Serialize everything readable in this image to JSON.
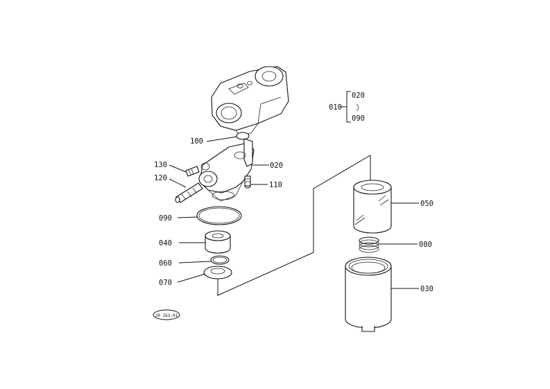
{
  "callouts": {
    "c100": "100",
    "c020": "020",
    "c130": "130",
    "c120": "120",
    "c110": "110",
    "c090": "090",
    "c040": "040",
    "c060": "060",
    "c070": "070",
    "c050": "050",
    "c080": "080",
    "c030": "030"
  },
  "legend": {
    "assembly": "010",
    "top": "020",
    "bottom": "090"
  },
  "stamp": "J0 163-01"
}
